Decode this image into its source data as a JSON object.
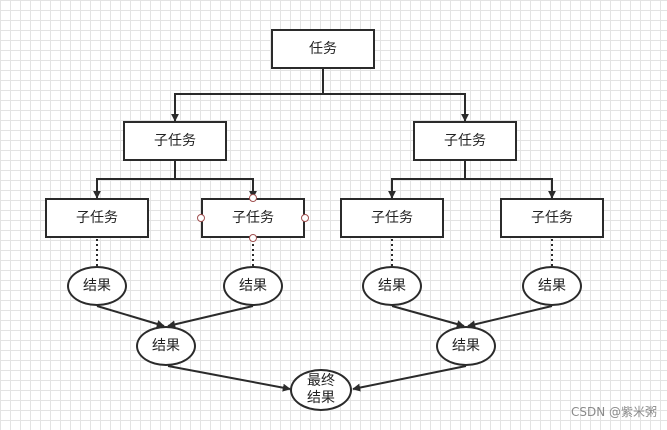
{
  "diagram": {
    "root": "任务",
    "subtask_left": "子任务",
    "subtask_right": "子任务",
    "leaf_1": "子任务",
    "leaf_2": "子任务",
    "leaf_3": "子任务",
    "leaf_4": "子任务",
    "result_1": "结果",
    "result_2": "结果",
    "result_3": "结果",
    "result_4": "结果",
    "merge_left": "结果",
    "merge_right": "结果",
    "final": "最终\n结果"
  },
  "watermark": "CSDN @紫米粥",
  "colors": {
    "stroke": "#2b2b2b",
    "grid": "#e3e3e3",
    "handle": "#a05050"
  }
}
